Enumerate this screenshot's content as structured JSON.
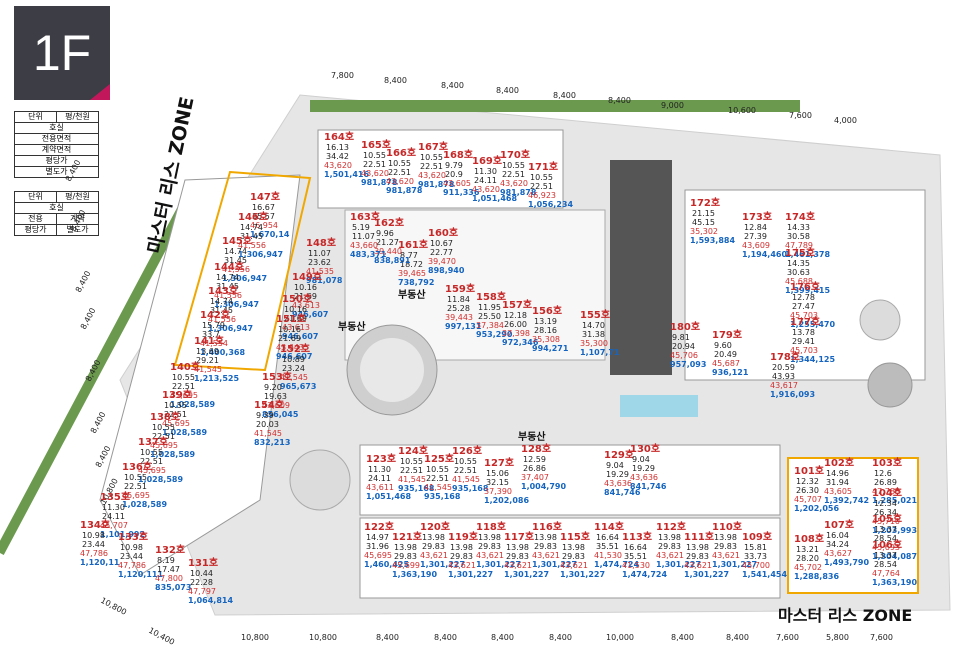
{
  "floor": {
    "label": "1F"
  },
  "legend_primary": [
    [
      "단위",
      "평/천원"
    ],
    [
      "호실"
    ],
    [
      "전용면적"
    ],
    [
      "계약면적"
    ],
    [
      "평당가"
    ],
    [
      "별도가"
    ]
  ],
  "legend_secondary": [
    [
      "단위",
      "평/천원"
    ],
    [
      "호실"
    ],
    [
      "전용",
      "계약"
    ],
    [
      "평당가",
      "별도가"
    ]
  ],
  "zones": {
    "master_left": "마스터 리스 ZONE",
    "master_right": "마스터 리스 ZONE"
  },
  "labels": {
    "real_estate": "부동산"
  },
  "top_dims": [
    "7,800",
    "8,400",
    "8,400",
    "8,400",
    "8,400",
    "8,400",
    "9,000",
    "10,600",
    "7,600",
    "4,000"
  ],
  "bottom_dims": [
    "10,800",
    "10,800",
    "8,400",
    "8,400",
    "8,400",
    "8,400",
    "10,000",
    "8,400",
    "8,400",
    "7,600",
    "5,800",
    "7,600"
  ],
  "left_dims": [
    "8,400",
    "8,400",
    "8,400",
    "8,400",
    "8,400",
    "8,400",
    "8,400",
    "10,800"
  ],
  "corner_dims": [
    "10,800",
    "10,400"
  ],
  "units_top": [
    {
      "no": "164호",
      "a": "16.13",
      "b": "34.42",
      "c": "43,620",
      "d": "1,501,416"
    },
    {
      "no": "165호",
      "a": "10.55",
      "b": "22.51",
      "c": "43,620",
      "d": "981,878"
    },
    {
      "no": "166호",
      "a": "10.55",
      "b": "22.51",
      "c": "43,620",
      "d": "981,878"
    },
    {
      "no": "167호",
      "a": "10.55",
      "b": "22.51",
      "c": "43,620",
      "d": "981,878"
    },
    {
      "no": "168호",
      "a": "9.79",
      "b": "20.9",
      "c": "43,605",
      "d": "911,336"
    },
    {
      "no": "169호",
      "a": "11.30",
      "b": "24.11",
      "c": "43,620",
      "d": "1,051,468"
    },
    {
      "no": "170호",
      "a": "10.55",
      "b": "22.51",
      "c": "43,620",
      "d": "981,878"
    },
    {
      "no": "171호",
      "a": "10.55",
      "b": "22.51",
      "c": "46,923",
      "d": "1,056,234"
    }
  ],
  "units_right_top": [
    {
      "no": "172호",
      "a": "21.15",
      "b": "45.15",
      "c": "35,302",
      "d": "1,593,884"
    },
    {
      "no": "173호",
      "a": "12.84",
      "b": "27.39",
      "c": "43,609",
      "d": "1,194,460"
    },
    {
      "no": "174호",
      "a": "14.33",
      "b": "30.58",
      "c": "47,789",
      "d": "1,461,378"
    },
    {
      "no": "175호",
      "a": "14.35",
      "b": "30.63",
      "c": "45,688",
      "d": "1,399,415"
    },
    {
      "no": "176호",
      "a": "12.78",
      "b": "27.47",
      "c": "45,703",
      "d": "1,255,470"
    },
    {
      "no": "177호",
      "a": "13.78",
      "b": "29.41",
      "c": "45,703",
      "d": "1,344,125"
    },
    {
      "no": "178호",
      "a": "20.59",
      "b": "43.93",
      "c": "43,617",
      "d": "1,916,093"
    },
    {
      "no": "179호",
      "a": "9.60",
      "b": "20.49",
      "c": "45,687",
      "d": "936,121"
    },
    {
      "no": "180호",
      "a": "9.81",
      "b": "20.94",
      "c": "45,706",
      "d": "957,093"
    }
  ],
  "units_center": [
    {
      "no": "160호",
      "a": "10.67",
      "b": "22.77",
      "c": "39,470",
      "d": "898,940"
    },
    {
      "no": "161호",
      "a": "8.77",
      "b": "18.72",
      "c": "39,465",
      "d": "738,792"
    },
    {
      "no": "162호",
      "a": "9.96",
      "b": "21.27",
      "c": "39,440",
      "d": "838,891"
    },
    {
      "no": "163호",
      "a": "5.19",
      "b": "11.07",
      "c": "43,660",
      "d": "483,371"
    },
    {
      "no": "159호",
      "a": "11.84",
      "b": "25.28",
      "c": "39,443",
      "d": "997,131"
    },
    {
      "no": "158호",
      "a": "11.95",
      "b": "25.50",
      "c": "37,384",
      "d": "953,290"
    },
    {
      "no": "157호",
      "a": "12.18",
      "b": "26.00",
      "c": "37,398",
      "d": "972,346"
    },
    {
      "no": "156호",
      "a": "13.19",
      "b": "28.16",
      "c": "35,308",
      "d": "994,271"
    },
    {
      "no": "155호",
      "a": "14.70",
      "b": "31.38",
      "c": "35,300",
      "d": "1,107,71"
    }
  ],
  "units_left": [
    {
      "no": "147호",
      "a": "16.67",
      "b": "35.57",
      "c": "46,954",
      "d": "1,670,14"
    },
    {
      "no": "146호",
      "a": "14.74",
      "b": "31.45",
      "c": "41,556",
      "d": "1,306,947"
    },
    {
      "no": "145호",
      "a": "14.74",
      "b": "31.45",
      "c": "41,556",
      "d": "1,306,947"
    },
    {
      "no": "144호",
      "a": "14.74",
      "b": "31.45",
      "c": "41,556",
      "d": "1,306,947"
    },
    {
      "no": "143호",
      "a": "14.74",
      "b": "31.45",
      "c": "41,556",
      "d": "1,306,947"
    },
    {
      "no": "142호",
      "a": "15.79",
      "b": "33.7",
      "c": "41,554",
      "d": "1,400,368"
    },
    {
      "no": "141호",
      "a": "13.69",
      "b": "29.21",
      "c": "41,545",
      "d": "1,213,525"
    },
    {
      "no": "140호",
      "a": "10.55",
      "b": "22.51",
      "c": "45,695",
      "d": "1,028,589"
    },
    {
      "no": "139호",
      "a": "10.55",
      "b": "22.51",
      "c": "45,695",
      "d": "1,028,589"
    },
    {
      "no": "138호",
      "a": "10.55",
      "b": "22.51",
      "c": "45,695",
      "d": "1,028,589"
    },
    {
      "no": "137호",
      "a": "10.55",
      "b": "22.51",
      "c": "45,695",
      "d": "1,028,589"
    },
    {
      "no": "136호",
      "a": "10.55",
      "b": "22.51",
      "c": "45,695",
      "d": "1,028,589"
    },
    {
      "no": "135호",
      "a": "11.30",
      "b": "24.11",
      "c": "45,707",
      "d": "1,101,992"
    },
    {
      "no": "134호",
      "a": "10.98",
      "b": "23.44",
      "c": "47,786",
      "d": "1,120,11"
    },
    {
      "no": "133호",
      "a": "10.98",
      "b": "23.44",
      "c": "47,786",
      "d": "1,120,111"
    },
    {
      "no": "132호",
      "a": "8.19",
      "b": "17.47",
      "c": "47,800",
      "d": "835,073"
    },
    {
      "no": "131호",
      "a": "10.44",
      "b": "22.28",
      "c": "47,797",
      "d": "1,064,814"
    }
  ],
  "units_mid_left": [
    {
      "no": "148호",
      "a": "11.07",
      "b": "23.62",
      "c": "41,535",
      "d": "981,078"
    },
    {
      "no": "149호",
      "a": "10.16",
      "b": "21.69",
      "c": "43,613",
      "d": "946,607"
    },
    {
      "no": "150호",
      "a": "10.16",
      "b": "21.69",
      "c": "43,613",
      "d": "946,607"
    },
    {
      "no": "151호",
      "a": "10.16",
      "b": "21.69",
      "c": "43,643",
      "d": "946,607"
    },
    {
      "no": "152호",
      "a": "10.89",
      "b": "23.24",
      "c": "41,545",
      "d": "965,673"
    },
    {
      "no": "153호",
      "a": "9.20",
      "b": "19.63",
      "c": "43,609",
      "d": "856,045"
    },
    {
      "no": "154호",
      "a": "9.39",
      "b": "20.03",
      "c": "41,545",
      "d": "832,213"
    }
  ],
  "units_bottom_upper": [
    {
      "no": "123호",
      "a": "11.30",
      "b": "24.11",
      "c": "43,611",
      "d": "1,051,468"
    },
    {
      "no": "124호",
      "a": "10.55",
      "b": "22.51",
      "c": "41,545",
      "d": "935,168"
    },
    {
      "no": "125호",
      "a": "10.55",
      "b": "22.51",
      "c": "41,545",
      "d": "935,168"
    },
    {
      "no": "126호",
      "a": "10.55",
      "b": "22.51",
      "c": "41,545",
      "d": "935,168"
    },
    {
      "no": "127호",
      "a": "15.06",
      "b": "32.15",
      "c": "37,390",
      "d": "1,202,086"
    },
    {
      "no": "128호",
      "a": "12.59",
      "b": "26.86",
      "c": "37,407",
      "d": "1,004,790"
    },
    {
      "no": "129호",
      "a": "9.04",
      "b": "19.29",
      "c": "43,636",
      "d": "841,746"
    },
    {
      "no": "130호",
      "a": "9.04",
      "b": "19.29",
      "c": "43,636",
      "d": "841,746"
    }
  ],
  "units_bottom_lower": [
    {
      "no": "122호",
      "a": "14.97",
      "b": "31.96",
      "c": "45,695",
      "d": "1,460,425"
    },
    {
      "no": "121호",
      "a": "13.98",
      "b": "29.83",
      "c": "45,699",
      "d": "1,363,190"
    },
    {
      "no": "120호",
      "a": "13.98",
      "b": "29.83",
      "c": "43,621",
      "d": "1,301,227"
    },
    {
      "no": "119호",
      "a": "13.98",
      "b": "29.83",
      "c": "43,621",
      "d": "1,301,227"
    },
    {
      "no": "118호",
      "a": "13.98",
      "b": "29.83",
      "c": "43,621",
      "d": "1,301,227"
    },
    {
      "no": "117호",
      "a": "13.98",
      "b": "29.83",
      "c": "43,621",
      "d": "1,301,227"
    },
    {
      "no": "116호",
      "a": "13.98",
      "b": "29.83",
      "c": "43,621",
      "d": "1,301,227"
    },
    {
      "no": "115호",
      "a": "13.98",
      "b": "29.83",
      "c": "43,621",
      "d": "1,301,227"
    },
    {
      "no": "114호",
      "a": "16.64",
      "b": "35.51",
      "c": "41,530",
      "d": "1,474,724"
    },
    {
      "no": "113호",
      "a": "16.64",
      "b": "35.51",
      "c": "41,530",
      "d": "1,474,724"
    },
    {
      "no": "112호",
      "a": "13.98",
      "b": "29.83",
      "c": "43,621",
      "d": "1,301,227"
    },
    {
      "no": "111호",
      "a": "13.98",
      "b": "29.83",
      "c": "43,621",
      "d": "1,301,227"
    },
    {
      "no": "110호",
      "a": "13.98",
      "b": "29.83",
      "c": "43,621",
      "d": "1,301,227"
    },
    {
      "no": "109호",
      "a": "15.81",
      "b": "33.73",
      "c": "45,700",
      "d": "1,541,454"
    }
  ],
  "units_right_bottom": [
    {
      "no": "101호",
      "a": "12.32",
      "b": "26.30",
      "c": "45,707",
      "d": "1,202,056"
    },
    {
      "no": "102호",
      "a": "14.96",
      "b": "31.94",
      "c": "43,605",
      "d": "1,392,742"
    },
    {
      "no": "103호",
      "a": "12.6",
      "b": "26.89",
      "c": "47,788",
      "d": "1,285,021"
    },
    {
      "no": "104호",
      "a": "12.34",
      "b": "26.34",
      "c": "45,710",
      "d": "1,203,993"
    },
    {
      "no": "105호",
      "a": "13.37",
      "b": "28.54",
      "c": "45,693",
      "d": "1,304,087"
    },
    {
      "no": "106호",
      "a": "13.37",
      "b": "28.54",
      "c": "47,764",
      "d": "1,363,190"
    },
    {
      "no": "107호",
      "a": "16.04",
      "b": "34.24",
      "c": "43,627",
      "d": "1,493,790"
    },
    {
      "no": "108호",
      "a": "13.21",
      "b": "28.20",
      "c": "45,702",
      "d": "1,288,836"
    }
  ]
}
